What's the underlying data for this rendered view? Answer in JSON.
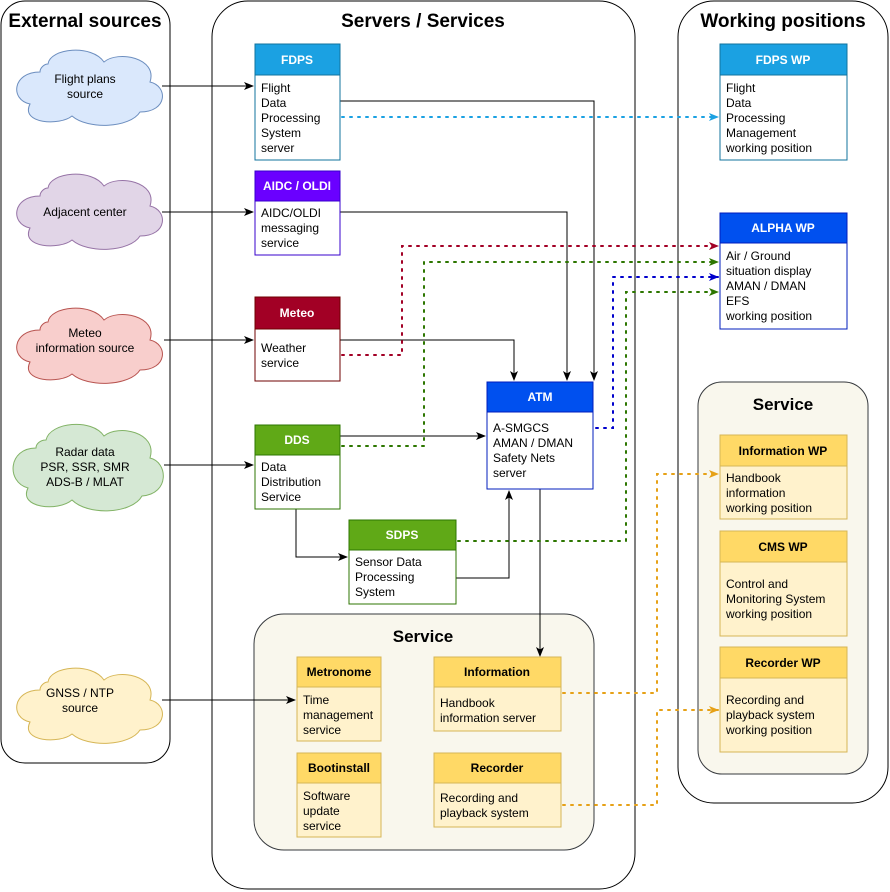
{
  "columns": {
    "external": "External sources",
    "servers": "Servers / Services",
    "working": "Working positions"
  },
  "external_sources": {
    "flight_plans": [
      "Flight plans",
      "source"
    ],
    "adjacent": [
      "Adjacent center"
    ],
    "meteo": [
      "Meteo",
      "information source"
    ],
    "radar": [
      "Radar data",
      "PSR, SSR, SMR",
      "ADS-B / MLAT"
    ],
    "gnss": [
      "GNSS / NTP",
      "source"
    ]
  },
  "servers": {
    "fdps": {
      "title": "FDPS",
      "lines": [
        "Flight",
        "Data",
        "Processing",
        "System",
        "server"
      ]
    },
    "aidc": {
      "title": "AIDC / OLDI",
      "lines": [
        "AIDC/OLDI",
        "messaging",
        "service"
      ]
    },
    "meteo": {
      "title": "Meteo",
      "lines": [
        "Weather",
        "service"
      ]
    },
    "dds": {
      "title": "DDS",
      "lines": [
        "Data",
        "Distribution",
        "Service"
      ]
    },
    "atm": {
      "title": "ATM",
      "lines": [
        "A-SMGCS",
        "AMAN / DMAN",
        "Safety Nets",
        "server"
      ]
    },
    "sdps": {
      "title": "SDPS",
      "lines": [
        "Sensor Data",
        "Processing",
        "System"
      ]
    }
  },
  "service_center": {
    "title": "Service",
    "metronome": {
      "title": "Metronome",
      "lines": [
        "Time",
        "management",
        "service"
      ]
    },
    "bootinstall": {
      "title": "Bootinstall",
      "lines": [
        "Software",
        "update",
        "service"
      ]
    },
    "information": {
      "title": "Information",
      "lines": [
        "Handbook",
        "information server"
      ]
    },
    "recorder": {
      "title": "Recorder",
      "lines": [
        "Recording and",
        "playback system"
      ]
    }
  },
  "working_positions": {
    "fdps_wp": {
      "title": "FDPS WP",
      "lines": [
        "Flight",
        "Data",
        "Processing",
        "Management",
        "working position"
      ]
    },
    "alpha_wp": {
      "title": "ALPHA WP",
      "lines": [
        "Air / Ground",
        "situation display",
        "AMAN / DMAN",
        "EFS",
        "working position"
      ]
    }
  },
  "service_right": {
    "title": "Service",
    "information_wp": {
      "title": "Information WP",
      "lines": [
        "Handbook",
        "information",
        "working position"
      ]
    },
    "cms_wp": {
      "title": "CMS WP",
      "lines": [
        "Control and",
        "Monitoring System",
        "working position"
      ]
    },
    "recorder_wp": {
      "title": "Recorder WP",
      "lines": [
        "Recording and",
        "playback system",
        "working position"
      ]
    }
  },
  "colors": {
    "fdps": "#1BA1E2",
    "aidc": "#6A00FF",
    "meteo": "#A20025",
    "dds": "#60A917",
    "atm": "#0050EF",
    "service_header": "#FFD966",
    "service_fill": "#FFF2CC",
    "service_stroke": "#D6B656",
    "panel_fill": "#F9F7ED",
    "cloud_blue": "#DAE8FC",
    "cloud_purple": "#E1D5E7",
    "cloud_red": "#F8CECC",
    "cloud_green": "#D5E8D4",
    "cloud_yellow": "#FFF2CC"
  }
}
